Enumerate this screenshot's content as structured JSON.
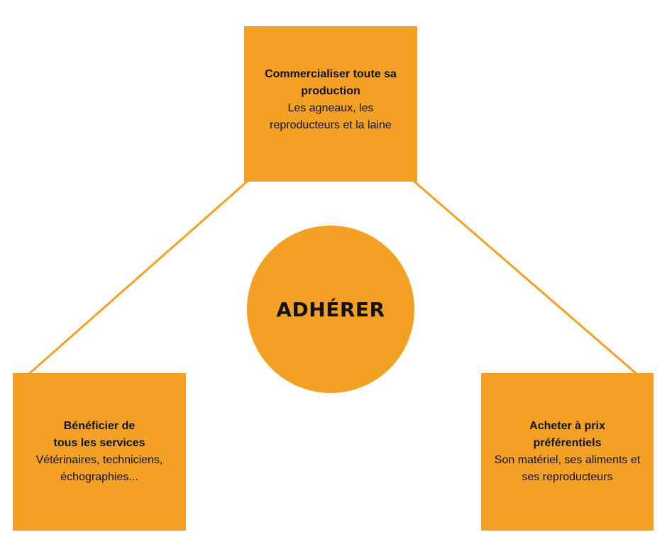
{
  "colors": {
    "accent": "#f4a024",
    "text": "#111111",
    "background": "#ffffff"
  },
  "center": {
    "label": "ADHÉRER"
  },
  "boxes": {
    "top": {
      "title": "Commercialiser toute sa\nproduction",
      "description": "Les agneaux, les\nreproducteurs et la laine"
    },
    "left": {
      "title": "Bénéficier de\ntous les services",
      "description": "Vétérinaires, techniciens,\néchographies..."
    },
    "right": {
      "title": "Acheter à prix\npréférentiels",
      "description": "Son matériel, ses aliments et\nses reproducteurs"
    }
  }
}
